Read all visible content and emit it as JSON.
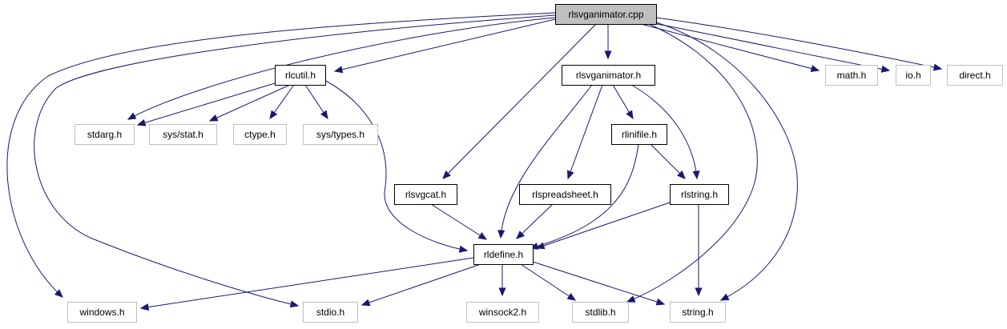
{
  "graph": {
    "title": "rlsvganimator.cpp",
    "edge_color": "#191970",
    "node_types": {
      "root": {
        "fill": "#bfbfbf",
        "border": "#000000"
      },
      "local": {
        "fill": "#ffffff",
        "border": "#000000"
      },
      "system": {
        "fill": "#ffffff",
        "border": "#bfbfbf"
      }
    },
    "nodes": [
      {
        "id": "rlsvganimator_cpp",
        "label": "rlsvganimator.cpp",
        "type": "root"
      },
      {
        "id": "rlcutil_h",
        "label": "rlcutil.h",
        "type": "local"
      },
      {
        "id": "rlsvganimator_h",
        "label": "rlsvganimator.h",
        "type": "local"
      },
      {
        "id": "math_h",
        "label": "math.h",
        "type": "system"
      },
      {
        "id": "io_h",
        "label": "io.h",
        "type": "system"
      },
      {
        "id": "direct_h",
        "label": "direct.h",
        "type": "system"
      },
      {
        "id": "stdarg_h",
        "label": "stdarg.h",
        "type": "system"
      },
      {
        "id": "sys_stat_h",
        "label": "sys/stat.h",
        "type": "system"
      },
      {
        "id": "ctype_h",
        "label": "ctype.h",
        "type": "system"
      },
      {
        "id": "sys_types_h",
        "label": "sys/types.h",
        "type": "system"
      },
      {
        "id": "rlinifile_h",
        "label": "rlinifile.h",
        "type": "local"
      },
      {
        "id": "rlsvgcat_h",
        "label": "rlsvgcat.h",
        "type": "local"
      },
      {
        "id": "rlspreadsheet_h",
        "label": "rlspreadsheet.h",
        "type": "local"
      },
      {
        "id": "rlstring_h",
        "label": "rlstring.h",
        "type": "local"
      },
      {
        "id": "rldefine_h",
        "label": "rldefine.h",
        "type": "local"
      },
      {
        "id": "windows_h",
        "label": "windows.h",
        "type": "system"
      },
      {
        "id": "stdio_h",
        "label": "stdio.h",
        "type": "system"
      },
      {
        "id": "winsock2_h",
        "label": "winsock2.h",
        "type": "system"
      },
      {
        "id": "stdlib_h",
        "label": "stdlib.h",
        "type": "system"
      },
      {
        "id": "string_h",
        "label": "string.h",
        "type": "system"
      }
    ],
    "edges": [
      {
        "from": "rlsvganimator_cpp",
        "to": "rlcutil_h"
      },
      {
        "from": "rlsvganimator_cpp",
        "to": "rlsvganimator_h"
      },
      {
        "from": "rlsvganimator_cpp",
        "to": "math_h"
      },
      {
        "from": "rlsvganimator_cpp",
        "to": "io_h"
      },
      {
        "from": "rlsvganimator_cpp",
        "to": "direct_h"
      },
      {
        "from": "rlsvganimator_cpp",
        "to": "stdarg_h"
      },
      {
        "from": "rlsvganimator_cpp",
        "to": "rlsvgcat_h"
      },
      {
        "from": "rlsvganimator_cpp",
        "to": "windows_h"
      },
      {
        "from": "rlsvganimator_cpp",
        "to": "stdio_h"
      },
      {
        "from": "rlsvganimator_cpp",
        "to": "stdlib_h"
      },
      {
        "from": "rlsvganimator_cpp",
        "to": "string_h"
      },
      {
        "from": "rlcutil_h",
        "to": "stdarg_h"
      },
      {
        "from": "rlcutil_h",
        "to": "sys_stat_h"
      },
      {
        "from": "rlcutil_h",
        "to": "ctype_h"
      },
      {
        "from": "rlcutil_h",
        "to": "sys_types_h"
      },
      {
        "from": "rlcutil_h",
        "to": "rldefine_h"
      },
      {
        "from": "rlsvganimator_h",
        "to": "rlinifile_h"
      },
      {
        "from": "rlsvganimator_h",
        "to": "rlspreadsheet_h"
      },
      {
        "from": "rlsvganimator_h",
        "to": "rlstring_h"
      },
      {
        "from": "rlsvganimator_h",
        "to": "rldefine_h"
      },
      {
        "from": "rlinifile_h",
        "to": "rlstring_h"
      },
      {
        "from": "rlinifile_h",
        "to": "rldefine_h"
      },
      {
        "from": "rlsvgcat_h",
        "to": "rldefine_h"
      },
      {
        "from": "rlspreadsheet_h",
        "to": "rldefine_h"
      },
      {
        "from": "rlstring_h",
        "to": "rldefine_h"
      },
      {
        "from": "rlstring_h",
        "to": "string_h"
      },
      {
        "from": "rldefine_h",
        "to": "windows_h"
      },
      {
        "from": "rldefine_h",
        "to": "stdio_h"
      },
      {
        "from": "rldefine_h",
        "to": "winsock2_h"
      },
      {
        "from": "rldefine_h",
        "to": "stdlib_h"
      },
      {
        "from": "rldefine_h",
        "to": "string_h"
      }
    ]
  }
}
